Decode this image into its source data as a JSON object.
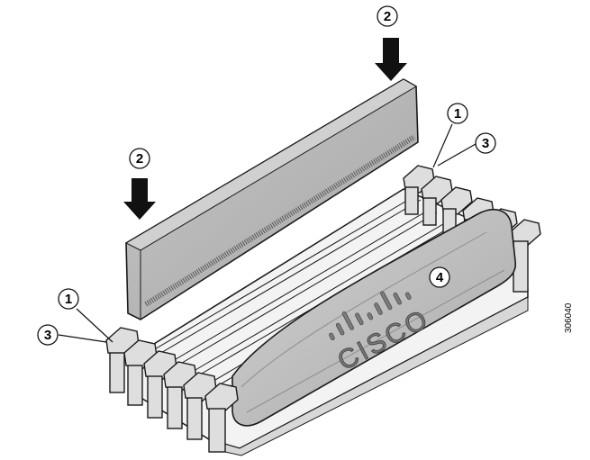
{
  "callouts": [
    {
      "id": "c1a",
      "label": "2"
    },
    {
      "id": "c2a",
      "label": "1"
    },
    {
      "id": "c3a",
      "label": "3"
    },
    {
      "id": "c4a",
      "label": "2"
    },
    {
      "id": "c5a",
      "label": "4"
    },
    {
      "id": "c6a",
      "label": "1"
    },
    {
      "id": "c7a",
      "label": "3"
    }
  ],
  "logo": {
    "text": "CISCO"
  },
  "figure_id": "306040",
  "colors": {
    "module": "#b8b8b8",
    "shroud": "#c4c4c4",
    "slot": "#efefef",
    "latch": "#d9d9d9",
    "outline": "#1a1a1a"
  }
}
